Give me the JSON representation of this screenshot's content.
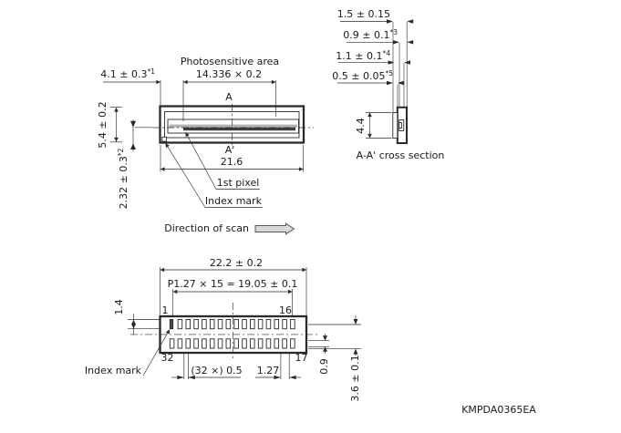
{
  "front_view": {
    "labels": {
      "photosensitive_area": "Photosensitive area",
      "section_a": "A",
      "section_a_prime": "A'",
      "first_pixel": "1st pixel",
      "index_mark": "Index mark",
      "direction_of_scan": "Direction of scan"
    },
    "dims": {
      "offset_left": {
        "text": "4.1 ± 0.3",
        "sup": "*1"
      },
      "photosensitive_width": "14.336 × 0.2",
      "package_height": "5.4 ± 0.2",
      "center_to_bottom": {
        "text": "2.32 ± 0.3",
        "sup": "*2"
      },
      "package_width": "21.6"
    }
  },
  "cross_section": {
    "caption": "A-A' cross section",
    "dims": {
      "total_thickness": "1.5 ± 0.15",
      "window_thickness": {
        "text": "0.9 ± 0.1",
        "sup": "*3"
      },
      "base_thickness": {
        "text": "1.1 ± 0.1",
        "sup": "*4"
      },
      "protrusion": {
        "text": "0.5 ± 0.05",
        "sup": "*5"
      },
      "height": "4.4"
    }
  },
  "back_view": {
    "labels": {
      "index_mark": "Index mark"
    },
    "pins_per_row": 16,
    "pin_numbers": {
      "top_left": "1",
      "top_right": "16",
      "bottom_left": "32",
      "bottom_right": "17"
    },
    "dims": {
      "package_width": "22.2 ± 0.2",
      "pin_pitch_total": "P1.27 × 15 = 19.05 ± 0.1",
      "pin_length": "1.4",
      "pin_width": "(32 ×) 0.5",
      "pin_pitch": "1.27",
      "pin_bottom": "0.9",
      "height": "3.6 ± 0.1"
    }
  },
  "footer": {
    "doc_number": "KMPDA0365EA"
  }
}
